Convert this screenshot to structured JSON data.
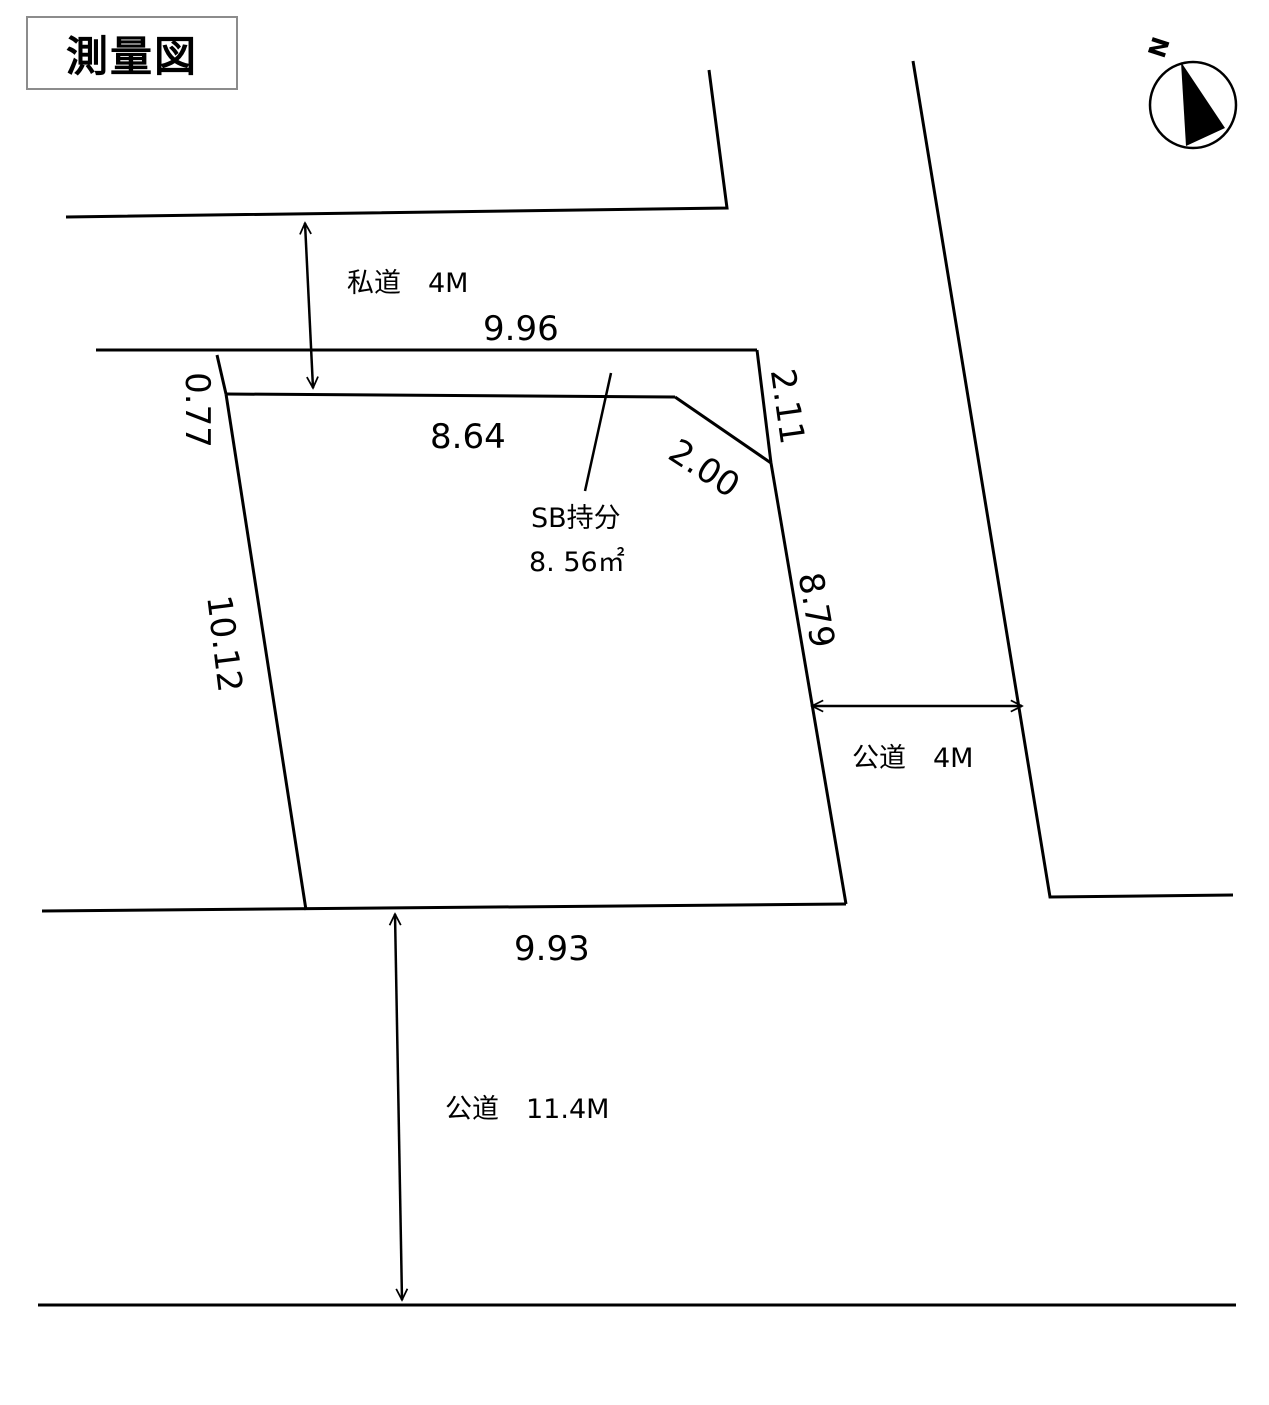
{
  "title": "測量図",
  "compass": {
    "north_label": "N",
    "icon": "north-arrow-icon"
  },
  "roads": {
    "private_top": "私道　4M",
    "public_right": "公道　4M",
    "public_bottom": "公道　11.4M"
  },
  "dimensions": {
    "top": "9.96",
    "top_inner": "8.64",
    "left_small": "0.77",
    "left": "10.12",
    "right_top": "2.11",
    "corner_cut": "2.00",
    "right": "8.79",
    "bottom": "9.93"
  },
  "note": {
    "line1": "SB持分",
    "line2": "8. 56㎡"
  }
}
